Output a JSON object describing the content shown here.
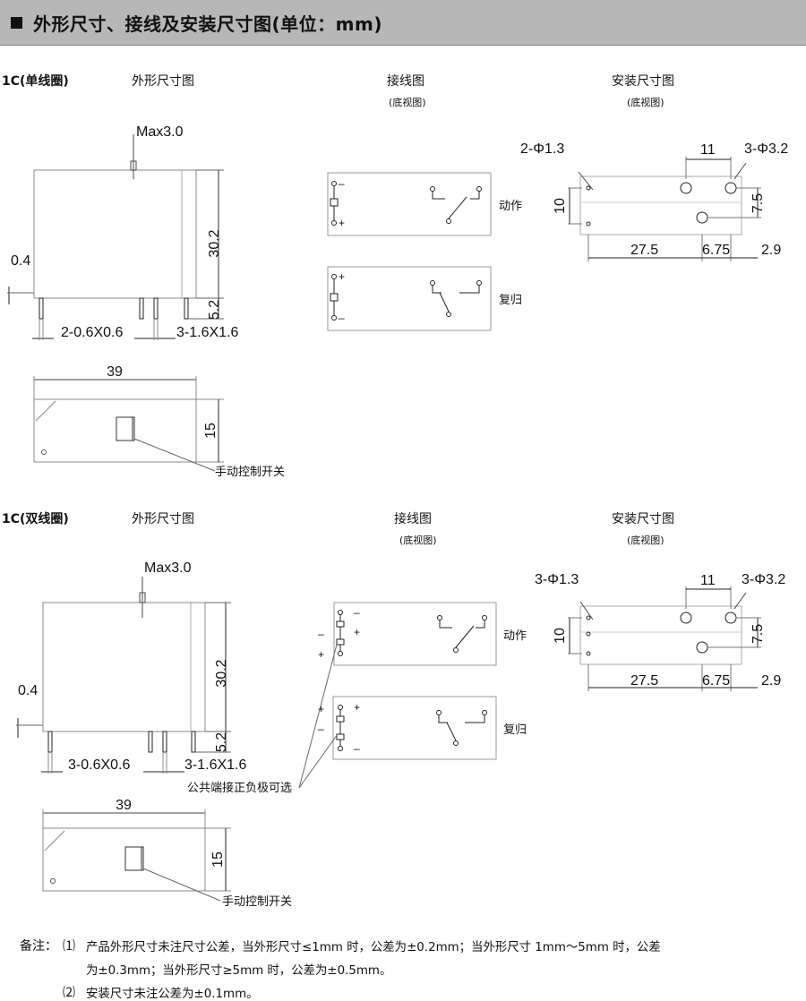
{
  "header": {
    "title": "外形尺寸、接线及安装尺寸图(单位：mm)"
  },
  "sections": [
    {
      "label": "1C(单线圈)",
      "outline_caption": "外形尺寸图",
      "wiring_caption": "接线图",
      "wiring_sub": "(底视图)",
      "mount_caption": "安装尺寸图",
      "mount_sub": "(底视图)",
      "dims": {
        "max": "Max3.0",
        "height": "30.2",
        "pin_gap": "0.4",
        "pin_len": "5.2",
        "pins_left": "2-0.6X0.6",
        "pins_right": "3-1.6X1.6",
        "length": "39",
        "width": "15"
      },
      "manual_switch": "手动控制开关",
      "state_operate": "动作",
      "state_reset": "复归",
      "mount": {
        "hole_small": "2-Φ1.3",
        "hole_large": "3-Φ3.2",
        "d11": "11",
        "d10": "10",
        "d75": "7.5",
        "d275": "27.5",
        "d675": "6.75",
        "d29": "2.9"
      }
    },
    {
      "label": "1C(双线圈)",
      "outline_caption": "外形尺寸图",
      "wiring_caption": "接线图",
      "wiring_sub": "(底视图)",
      "mount_caption": "安装尺寸图",
      "mount_sub": "(底视图)",
      "dims": {
        "max": "Max3.0",
        "height": "30.2",
        "pin_gap": "0.4",
        "pin_len": "5.2",
        "pins_left": "3-0.6X0.6",
        "pins_right": "3-1.6X1.6",
        "length": "39",
        "width": "15"
      },
      "manual_switch": "手动控制开关",
      "common_note": "公共端接正负极可选",
      "state_operate": "动作",
      "state_reset": "复归",
      "mount": {
        "hole_small": "3-Φ1.3",
        "hole_large": "3-Φ3.2",
        "d11": "11",
        "d10": "10",
        "d75": "7.5",
        "d275": "27.5",
        "d675": "6.75",
        "d29": "2.9"
      }
    }
  ],
  "notes": {
    "prefix": "备注：",
    "n1_mark": "⑴",
    "n1_line1": "产品外形尺寸未注尺寸公差，当外形尺寸≤1mm 时，公差为±0.2mm；当外形尺寸 1mm～5mm 时，公差",
    "n1_line2": "为±0.3mm；当外形尺寸≥5mm 时，公差为±0.5mm。",
    "n2_mark": "⑵",
    "n2_text": "安装尺寸未注公差为±0.1mm。"
  }
}
